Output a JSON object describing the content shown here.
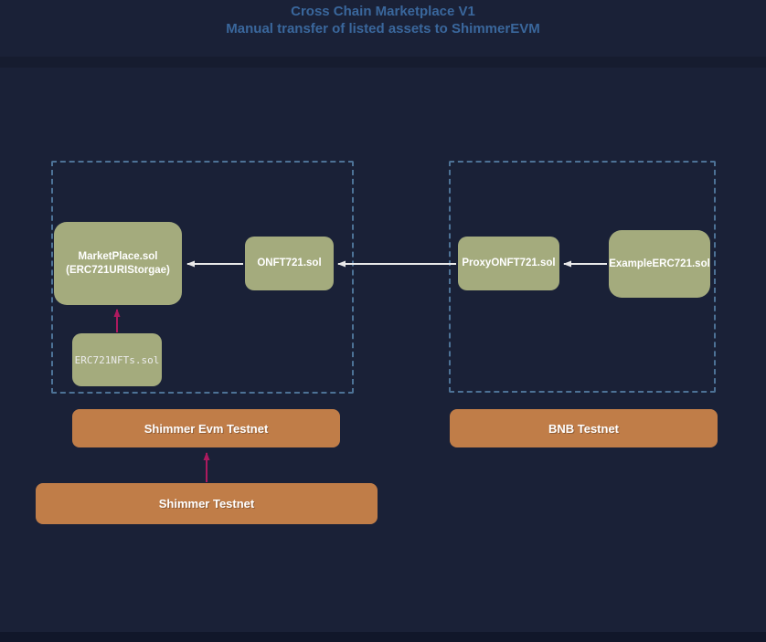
{
  "title": {
    "line1": "Cross Chain Marketplace V1",
    "line2": "Manual transfer of listed assets to ShimmerEVM"
  },
  "nodes": {
    "marketplace": {
      "line1": "MarketPlace.sol",
      "line2": "(ERC721URIStorgae)"
    },
    "onft721": {
      "label": "ONFT721.sol"
    },
    "erc721nfts": {
      "label": "ERC721NFTs.sol"
    },
    "proxyonft721": {
      "label": "ProxyONFT721.sol"
    },
    "exampleerc721": {
      "label": "ExampleERC721.sol"
    }
  },
  "chains": {
    "shimmer_evm": {
      "label": "Shimmer Evm Testnet"
    },
    "bnb": {
      "label": "BNB Testnet"
    },
    "shimmer": {
      "label": "Shimmer Testnet"
    }
  },
  "groups": {
    "left": {
      "contains": [
        "MarketPlace.sol (ERC721URIStorgae)",
        "ONFT721.sol",
        "ERC721NFTs.sol"
      ],
      "chain": "Shimmer Evm Testnet"
    },
    "right": {
      "contains": [
        "ProxyONFT721.sol",
        "ExampleERC721.sol"
      ],
      "chain": "BNB Testnet"
    }
  },
  "arrows": [
    {
      "from": "ONFT721.sol",
      "to": "MarketPlace.sol",
      "color": "white"
    },
    {
      "from": "ProxyONFT721.sol",
      "to": "ONFT721.sol",
      "color": "white"
    },
    {
      "from": "ExampleERC721.sol",
      "to": "ProxyONFT721.sol",
      "color": "white"
    },
    {
      "from": "ERC721NFTs.sol",
      "to": "MarketPlace.sol",
      "color": "magenta"
    },
    {
      "from": "Shimmer Testnet",
      "to": "Shimmer Evm Testnet",
      "color": "magenta"
    }
  ],
  "colors": {
    "background": "#1a2137",
    "contract_node": "#a4ab7d",
    "chain_box": "#c07d48",
    "dashed_border": "#4d7296",
    "title_text": "#3a679c",
    "arrow_white": "#e9e9e9",
    "arrow_magenta": "#ad1a5f"
  }
}
